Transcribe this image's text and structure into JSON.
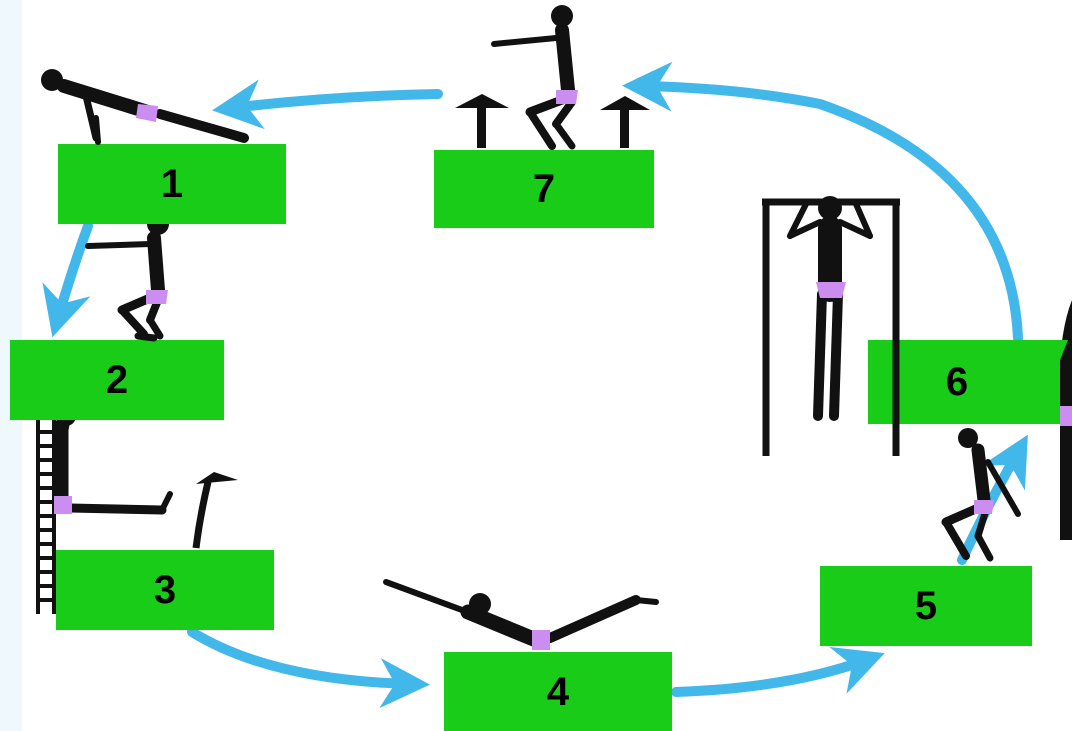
{
  "stations": [
    {
      "id": "1",
      "label": "1",
      "exercise": "push-up-plank"
    },
    {
      "id": "2",
      "label": "2",
      "exercise": "squat"
    },
    {
      "id": "3",
      "label": "3",
      "exercise": "wall-bars-leg-raise"
    },
    {
      "id": "4",
      "label": "4",
      "exercise": "prone-back-extension"
    },
    {
      "id": "5",
      "label": "5",
      "exercise": "jump-squat"
    },
    {
      "id": "6",
      "label": "6",
      "exercise": "pull-up"
    },
    {
      "id": "7",
      "label": "7",
      "exercise": "squat-jump-up"
    }
  ],
  "colors": {
    "station": "#18cc18",
    "arrow": "#42b8ea",
    "figure": "#111111",
    "shorts": "#cc8df0",
    "label": "#000000",
    "background": "#ffffff"
  },
  "icons": [
    "cycle-arrow-icon",
    "up-arrow-icon",
    "pull-up-bar-icon",
    "wall-bars-icon"
  ]
}
